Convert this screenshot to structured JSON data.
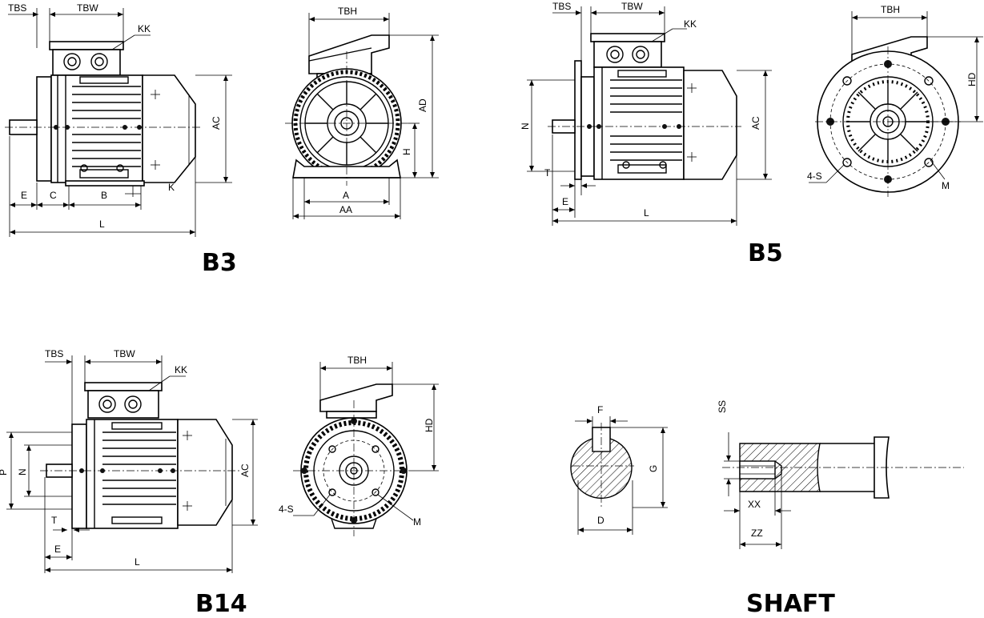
{
  "titles": {
    "b3": "B3",
    "b5": "B5",
    "b14": "B14",
    "shaft": "SHAFT"
  },
  "b3_side": {
    "tbs": "TBS",
    "tbw": "TBW",
    "kk": "KK",
    "ac": "AC",
    "e": "E",
    "c": "C",
    "b": "B",
    "k": "K",
    "l": "L"
  },
  "b3_front": {
    "tbh": "TBH",
    "ad": "AD",
    "h": "H",
    "a": "A",
    "aa": "AA"
  },
  "b5_side": {
    "tbs": "TBS",
    "tbw": "TBW",
    "kk": "KK",
    "n": "N",
    "ac": "AC",
    "t": "T",
    "e": "E",
    "l": "L"
  },
  "b5_front": {
    "tbh": "TBH",
    "hd": "HD",
    "s": "4-S",
    "m": "M"
  },
  "b14_side": {
    "tbs": "TBS",
    "tbw": "TBW",
    "kk": "KK",
    "p": "P",
    "n": "N",
    "ac": "AC",
    "t": "T",
    "e": "E",
    "l": "L"
  },
  "b14_front": {
    "tbh": "TBH",
    "hd": "HD",
    "s": "4-S",
    "m": "M"
  },
  "shaft": {
    "f": "F",
    "g": "G",
    "d": "D",
    "ss": "SS",
    "xx": "XX",
    "zz": "ZZ"
  }
}
